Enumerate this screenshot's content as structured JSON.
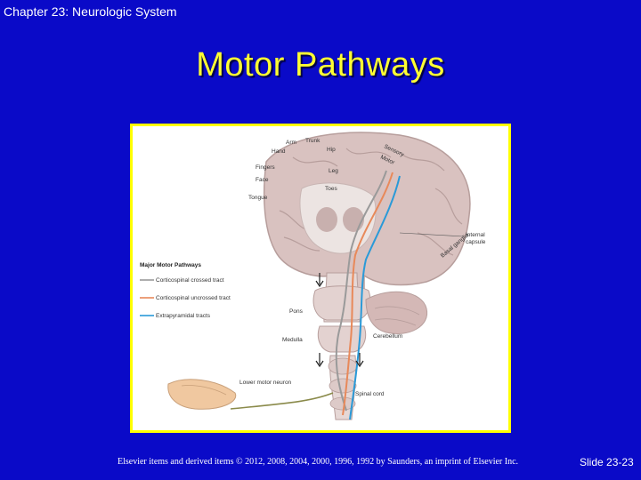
{
  "header": {
    "chapter": "Chapter 23: Neurologic System"
  },
  "slide": {
    "title": "Motor Pathways"
  },
  "figure": {
    "homunculus_labels": {
      "arm": "Arm",
      "trunk": "Trunk",
      "hip": "Hip",
      "hand": "Hand",
      "fingers": "Fingers",
      "face": "Face",
      "tongue": "Tongue",
      "leg": "Leg",
      "toes": "Toes"
    },
    "cortex_labels": {
      "sensory": "Sensory",
      "motor": "Motor",
      "basal": "Basal ganglia"
    },
    "structure_labels": {
      "internal": "Internal",
      "capsule": "capsule",
      "pons": "Pons",
      "medulla": "Medulla",
      "cerebellum": "Cerebellum",
      "lower_motor_neuron": "Lower motor neuron",
      "spinal_cord": "Spinal cord"
    },
    "legend": {
      "title": "Major Motor Pathways",
      "items": [
        {
          "label": "Corticospinal crossed tract",
          "color": "#9a9a9a"
        },
        {
          "label": "Corticospinal uncrossed tract",
          "color": "#e8895a"
        },
        {
          "label": "Extrapyramidal tracts",
          "color": "#2a9ad8"
        }
      ]
    }
  },
  "footer": {
    "copyright": "Elsevier items and derived items © 2012, 2008, 2004, 2000, 1996, 1992 by Saunders, an imprint of Elsevier Inc.",
    "slide_number": "Slide 23-23"
  },
  "colors": {
    "background": "#0a0ac8",
    "title": "#ffff33",
    "frame": "#ffff00"
  }
}
